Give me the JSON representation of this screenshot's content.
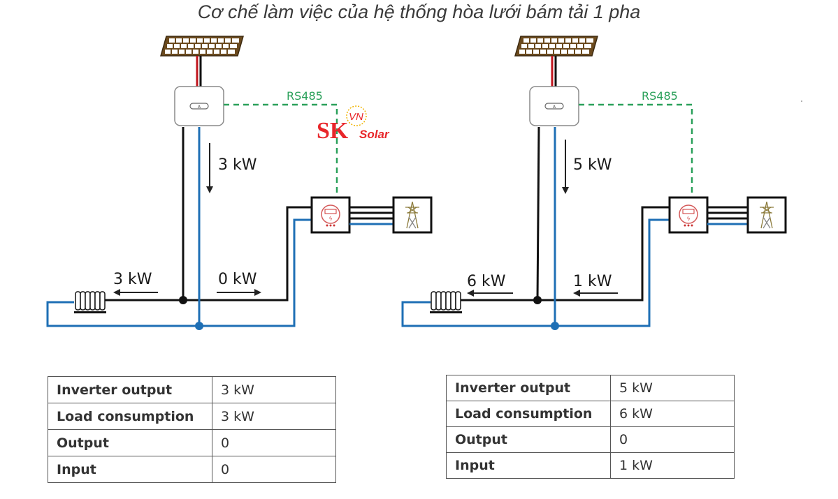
{
  "title": "Cơ chế làm việc của hệ thống hòa lưới bám tải 1 pha",
  "logo": {
    "brand": "SK",
    "suffix": "Solar",
    "badge": "VN",
    "color": "#e8262a"
  },
  "colors": {
    "line_phase": "#111111",
    "line_neutral": "#1e6fb5",
    "rs485": "#2aa05a",
    "dc_positive": "#c0141c"
  },
  "diagrams": [
    {
      "rs485_label": "RS485",
      "inverter_flow_label": "3 kW",
      "load_flow_label": "3 kW",
      "grid_flow_label": "0 kW",
      "grid_flow_direction": "to-grid",
      "components": [
        "solar-panel",
        "inverter",
        "smart-meter",
        "grid-tower",
        "load"
      ]
    },
    {
      "rs485_label": "RS485",
      "inverter_flow_label": "5 kW",
      "load_flow_label": "6 kW",
      "grid_flow_label": "1 kW",
      "grid_flow_direction": "from-grid",
      "components": [
        "solar-panel",
        "inverter",
        "smart-meter",
        "grid-tower",
        "load"
      ]
    }
  ],
  "tables": [
    {
      "rows": [
        {
          "label": "Inverter output",
          "value": "3 kW"
        },
        {
          "label": "Load consumption",
          "value": "3 kW"
        },
        {
          "label": "Output",
          "value": "0"
        },
        {
          "label": "Input",
          "value": "0"
        }
      ]
    },
    {
      "rows": [
        {
          "label": "Inverter output",
          "value": "5 kW"
        },
        {
          "label": "Load consumption",
          "value": "6 kW"
        },
        {
          "label": "Output",
          "value": "0"
        },
        {
          "label": "Input",
          "value": "1 kW"
        }
      ]
    }
  ]
}
